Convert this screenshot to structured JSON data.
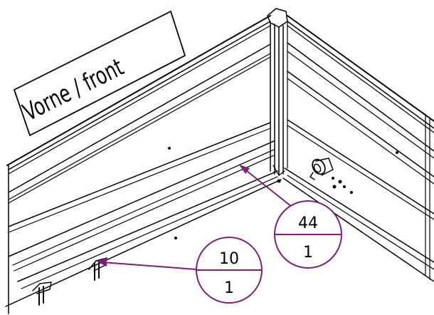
{
  "title_label": "Vorne / front",
  "callouts": [
    {
      "item_number": "44",
      "quantity": "1"
    },
    {
      "item_number": "10",
      "quantity": "1"
    }
  ],
  "colors": {
    "line": "#000000",
    "leader": "#7a1f7a",
    "background": "#ffffff"
  }
}
